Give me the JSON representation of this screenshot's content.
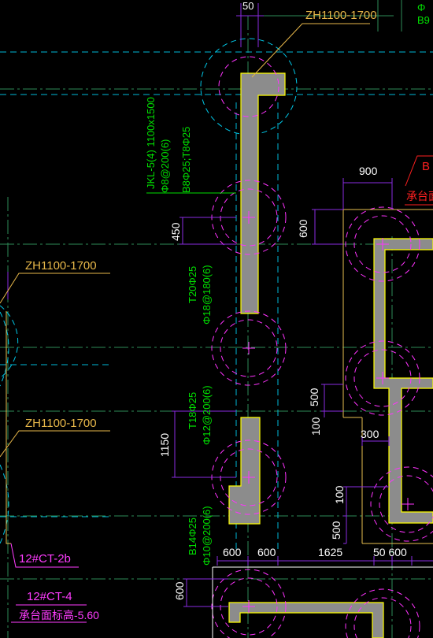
{
  "colors": {
    "background": "#000000",
    "wall_fill": "#8c8c8c",
    "wall_edge": "#ffff00",
    "pile_circle": "#ff33ff",
    "cap_circle": "#00c8e8",
    "dim_line": "#8a2be2",
    "axis_line": "#2e8b57",
    "label_yellow": "#e8b84a",
    "label_green": "#00e000",
    "label_magenta": "#ff3cff",
    "label_red": "#ff2020",
    "dim_text": "#ffffff"
  },
  "labels": {
    "pile_top": "ZH1100-1700",
    "pile_left_1": "ZH1100-1700",
    "pile_left_2": "ZH1100-1700",
    "top_dim": "50",
    "beam_1": "JKL-5(4) 1100x1500",
    "beam_2": "Φ8@200(6)",
    "beam_3": "B8Φ25;T8Φ25",
    "reinf_a1": "T20Φ25",
    "reinf_a2": "Φ18@180(6)",
    "reinf_b1": "T18Φ25",
    "reinf_b2": "Φ12@200(6)",
    "reinf_c1": "B14Φ25",
    "reinf_c2": "Φ10@200(6)",
    "cap_2b": "12#CT-2b",
    "cap_4": "12#CT-4",
    "cap_elev": "承台面标高-5.60",
    "right_cap_red": "B",
    "right_cap_elev": "承台面标",
    "right_top_green": "Φ",
    "right_top_green_2": "B9"
  },
  "dimensions": {
    "d900": "900",
    "d450": "450",
    "d600_left": "600",
    "d500": "500",
    "d100_a": "100",
    "d300": "300",
    "d1150": "1150",
    "d100_b": "100",
    "d500_b": "500",
    "d600_a": "600",
    "d600_b": "600",
    "d1625": "1625",
    "d50_600": "50 600",
    "d600_bottom": "600"
  }
}
